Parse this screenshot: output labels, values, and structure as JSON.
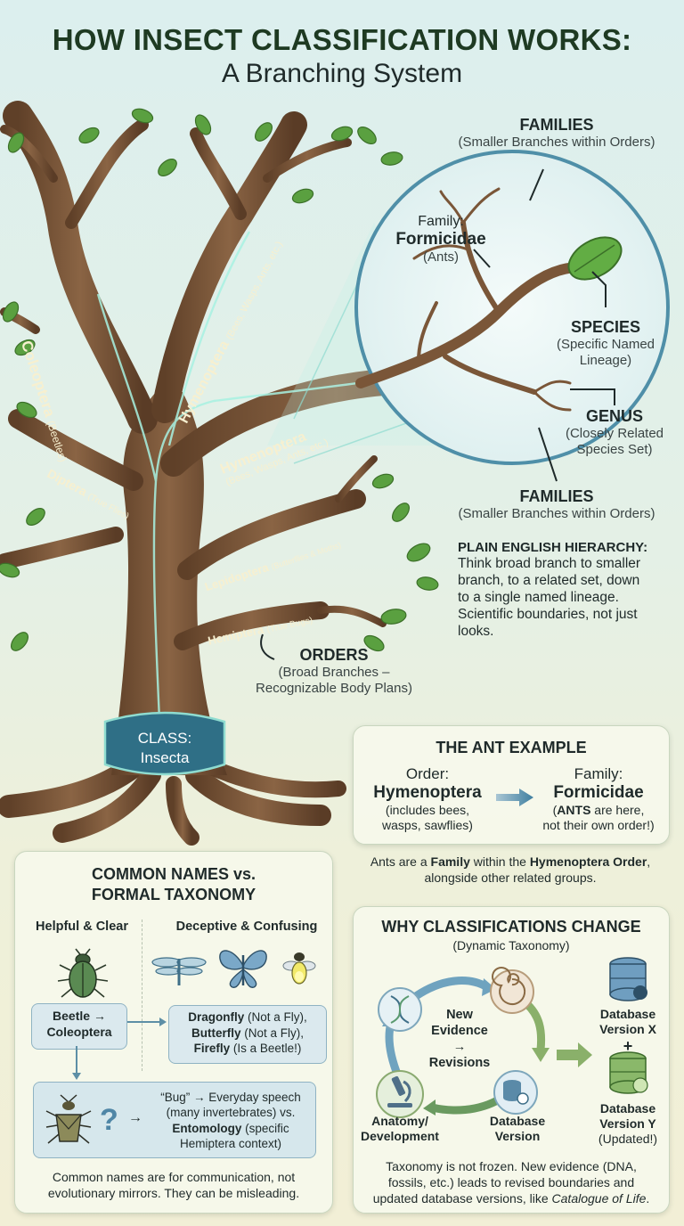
{
  "title": {
    "line1": "HOW INSECT CLASSIFICATION WORKS:",
    "line2": "A Branching System"
  },
  "tree": {
    "branches": {
      "coleoptera": "Coleoptera",
      "coleoptera_sub": "(Beetles)",
      "hymenoptera_top": "Hymenoptera",
      "hymenoptera_top_sub": "(Bees, Wasps, Ants, etc.)",
      "hymenoptera_mid": "Hymenoptera",
      "hymenoptera_mid_sub": "(Bees, Wasps, Ants, etc.)",
      "diptera": "Diptera",
      "diptera_sub": "(True Flies)",
      "lepidoptera": "Lepidoptera",
      "lepidoptera_sub": "(Butterflies & Moths)",
      "hemiptera": "Hemiptera",
      "hemiptera_sub": "(True Bugs)"
    },
    "class_label_1": "CLASS:",
    "class_label_2": "Insecta"
  },
  "callouts": {
    "families_top_head": "FAMILIES",
    "families_top_sub": "(Smaller Branches within Orders)",
    "family_prefix": "Family:",
    "family_name": "Formicidae",
    "family_common": "(Ants)",
    "species_head": "SPECIES",
    "species_sub1": "(Specific Named",
    "species_sub2": "Lineage)",
    "genus_head": "GENUS",
    "genus_sub1": "(Closely Related",
    "genus_sub2": "Species Set)",
    "families_bottom_head": "FAMILIES",
    "families_bottom_sub": "(Smaller Branches within Orders)",
    "orders_head": "ORDERS",
    "orders_sub1": "(Broad Branches –",
    "orders_sub2": "Recognizable Body Plans)"
  },
  "hierarchy": {
    "head": "PLAIN ENGLISH HIERARCHY:",
    "l1": "Think broad branch to smaller",
    "l2": "branch, to a related set, down",
    "l3": "to a single named lineage.",
    "l4": "Scientific boundaries, not just",
    "l5": "looks."
  },
  "ant_example": {
    "title": "THE ANT EXAMPLE",
    "order_prefix": "Order:",
    "order_name": "Hymenoptera",
    "order_note1": "(includes bees,",
    "order_note2": "wasps, sawflies)",
    "family_prefix": "Family:",
    "family_name": "Formicidae",
    "family_note1_bold": "ANTS",
    "family_note1_rest": " are here,",
    "family_note2": "not their own order!)",
    "family_note_open": "(",
    "caption_a": "Ants are a ",
    "caption_b": "Family",
    "caption_c": " within the ",
    "caption_d": "Hymenoptera Order",
    "caption_e": ",",
    "caption_f": "alongside other related groups."
  },
  "common_names": {
    "title1": "COMMON NAMES vs.",
    "title2": "FORMAL TAXONOMY",
    "col_left": "Helpful & Clear",
    "col_right": "Deceptive & Confusing",
    "beetle_box_1": "Beetle →",
    "beetle_box_2": "Coleoptera",
    "dragonfly": "Dragonfly",
    "dragonfly_note": " (Not a Fly),",
    "butterfly": "Butterfly",
    "butterfly_note": " (Not a Fly),",
    "firefly": "Firefly",
    "firefly_note": " (Is a Beetle!)",
    "bug_q": "?",
    "bug_arrow": "→",
    "bug_l1": "“Bug” → Everyday speech",
    "bug_l2": "(many invertebrates) vs.",
    "bug_l3_bold": "Entomology",
    "bug_l3_rest": " (specific",
    "bug_l4": "Hemiptera context)",
    "footer1": "Common names are for communication, not",
    "footer2": "evolutionary mirrors. They can be misleading."
  },
  "why_change": {
    "title": "WHY CLASSIFICATIONS CHANGE",
    "subtitle": "(Dynamic Taxonomy)",
    "center1": "New",
    "center2": "Evidence",
    "center3": "→",
    "center4": "Revisions",
    "anatomy1": "Anatomy/",
    "anatomy2": "Development",
    "database1": "Database",
    "database2": "Version",
    "db_x1": "Database",
    "db_x2": "Version X",
    "plus": "+",
    "db_y1": "Database",
    "db_y2": "Version Y",
    "db_y3": "(Updated!)",
    "footer1": "Taxonomy is not frozen. New evidence (DNA,",
    "footer2": "fossils, etc.) leads to revised boundaries and",
    "footer3a": "updated database versions, like ",
    "footer3b": "Catalogue of Life",
    "footer3c": "."
  },
  "colors": {
    "bark": "#7a5638",
    "leaf": "#5aa040",
    "glow": "#9ff0e0",
    "title_green": "#1e3a22",
    "accent_blue": "#3f7fa0"
  }
}
